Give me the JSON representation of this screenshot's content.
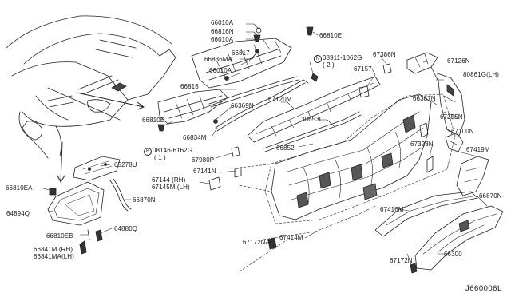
{
  "diagram": {
    "code": "J660006L",
    "parts": [
      {
        "id": "p66010A_a",
        "label": "66010A"
      },
      {
        "id": "p66816N",
        "label": "66816N"
      },
      {
        "id": "p66010A_b",
        "label": "66010A"
      },
      {
        "id": "p66810E_top",
        "label": "66810E"
      },
      {
        "id": "p66836MA",
        "label": "66836MA"
      },
      {
        "id": "p66817",
        "label": "66817"
      },
      {
        "id": "p66010A_c",
        "label": "66010A"
      },
      {
        "id": "p08911",
        "label": "08911-1062G"
      },
      {
        "id": "p08911_q",
        "label": "( 2 )"
      },
      {
        "id": "p67386N",
        "label": "67386N"
      },
      {
        "id": "p67126N",
        "label": "67126N"
      },
      {
        "id": "p67157",
        "label": "67157"
      },
      {
        "id": "p80861G",
        "label": "80861G(LH)"
      },
      {
        "id": "p66816",
        "label": "66816"
      },
      {
        "id": "p67120M",
        "label": "67120M"
      },
      {
        "id": "p66387N",
        "label": "66387N"
      },
      {
        "id": "p66369N",
        "label": "66369N"
      },
      {
        "id": "p67355N",
        "label": "67355N"
      },
      {
        "id": "p30653U",
        "label": "30653U"
      },
      {
        "id": "p67100N",
        "label": "67100N"
      },
      {
        "id": "p66810E_mid",
        "label": "66810E"
      },
      {
        "id": "p66834M",
        "label": "66834M"
      },
      {
        "id": "p08146",
        "label": "08146-6162G"
      },
      {
        "id": "p08146_q",
        "label": "( 1 )"
      },
      {
        "id": "p66852",
        "label": "66852"
      },
      {
        "id": "p67323N",
        "label": "67323N"
      },
      {
        "id": "p67419M",
        "label": "67419M"
      },
      {
        "id": "p65278U",
        "label": "65278U"
      },
      {
        "id": "p67980P",
        "label": "67980P"
      },
      {
        "id": "p67141N",
        "label": "67141N"
      },
      {
        "id": "p67144",
        "label": "67144  (RH)"
      },
      {
        "id": "p67145M",
        "label": "67145M (LH)"
      },
      {
        "id": "p66810EA",
        "label": "66810EA"
      },
      {
        "id": "p66870N_l",
        "label": "66870N"
      },
      {
        "id": "p66870N_r",
        "label": "66870N"
      },
      {
        "id": "p64894Q",
        "label": "64894Q"
      },
      {
        "id": "p67416M",
        "label": "67416M"
      },
      {
        "id": "p64880Q",
        "label": "64880Q"
      },
      {
        "id": "p66810EB",
        "label": "66810EB"
      },
      {
        "id": "p67172NA",
        "label": "67172NA"
      },
      {
        "id": "p67414M",
        "label": "67414M"
      },
      {
        "id": "p66841M",
        "label": "66841M  (RH)"
      },
      {
        "id": "p66841MA",
        "label": "66841MA(LH)"
      },
      {
        "id": "p67172N",
        "label": "67172N"
      },
      {
        "id": "p66300",
        "label": "66300"
      }
    ]
  }
}
